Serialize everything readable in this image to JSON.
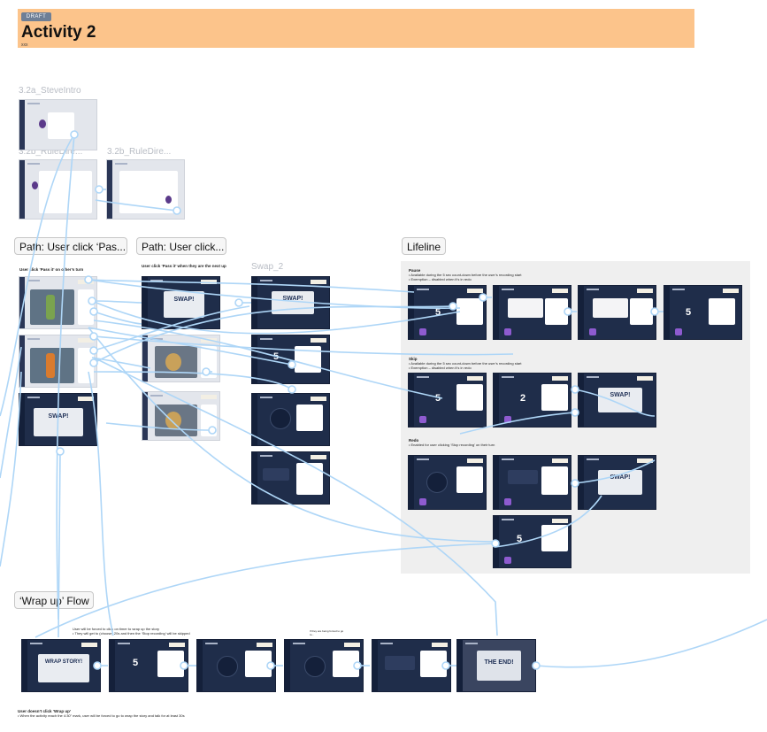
{
  "banner": {
    "badge": "DRAFT",
    "title": "Activity 2",
    "subtitle": "xxx"
  },
  "frame_labels": {
    "steve_intro": "3.2a_SteveIntro",
    "rule_dir_1": "3.2b_RuleDire...",
    "rule_dir_2": "3.2b_RuleDire...",
    "swap_2": "Swap_2"
  },
  "sections": {
    "path_pass_other": "Path: User click ‘Pas...",
    "path_pass_next": "Path: User click...",
    "lifeline": "Lifeline",
    "wrap_up": "‘Wrap up’ Flow"
  },
  "notes": {
    "pass_other": "User click ‘Pass it’ on other’s turn",
    "pass_next": "User click ‘Pass it’ when they are the next up",
    "pause_title": "Pause",
    "pause_1": "Available during the 5 sec count-down before the user’s recording start",
    "pause_2": "Exemption – disabled when it’s in redo",
    "skip_title": "Skip",
    "skip_1": "Available during the 5 sec count-down before the user’s recording start",
    "skip_2": "Exemption – disabled when it’s in redo",
    "redo_title": "Redo",
    "redo_1": "Enabled for user clicking ‘Stop recording’ on their turn",
    "wrap_1": "User will be forced to click on timer to wrap up the story",
    "wrap_2": "They will get to (choose) 20s and then the ‘Stop recording’ will be skipped",
    "wrap_3": "If they are being forced to go to...",
    "bottom_title": "User doesn’t click ‘Wrap up’",
    "bottom_1": "When the activity reach the 4:30” mark, user will be forced to go to wrap the story and talk for at least 30s"
  },
  "screens": {
    "swap": "SWAP!",
    "wrap_story": "WRAP STORY!",
    "the_end": "THE END!",
    "count_5": "5",
    "count_2": "2"
  },
  "colors": {
    "banner": "#fcc48b",
    "frame_dark": "#1f2d4a",
    "connector": "#aed6f7",
    "lifeline_bg": "#efefef"
  }
}
